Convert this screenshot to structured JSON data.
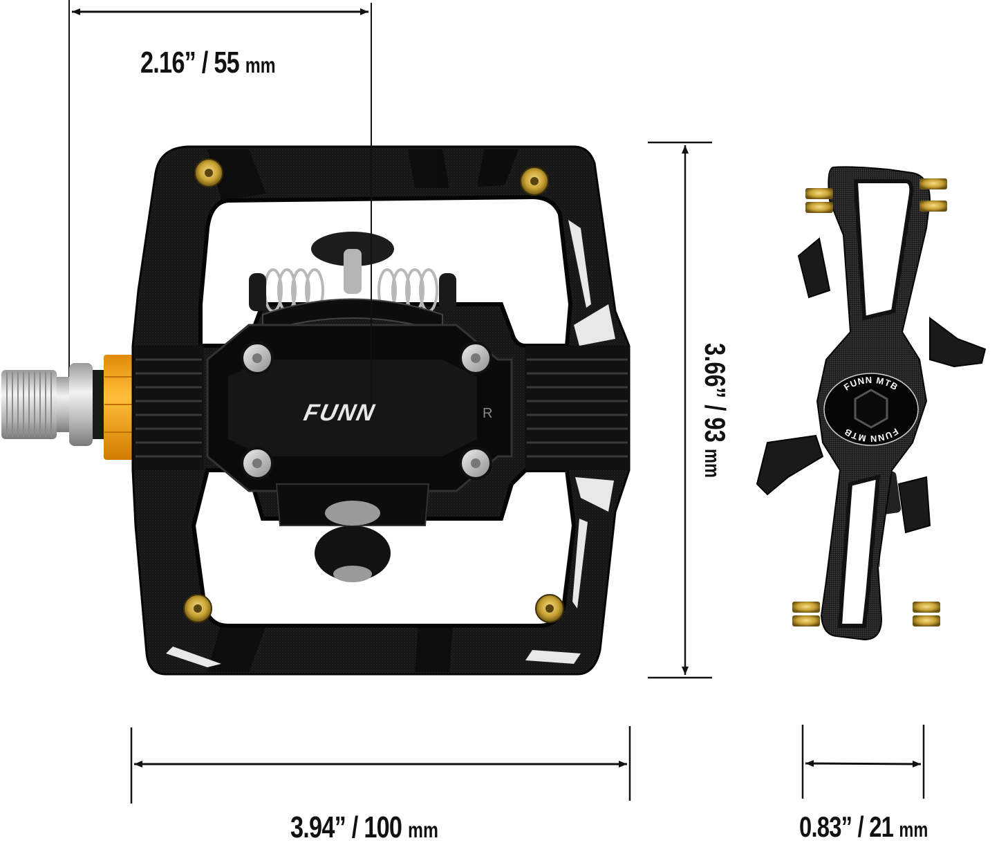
{
  "product": {
    "brand_logo": "FUNN",
    "side_marking": "R",
    "axle_cap_text": [
      "FUNN MTB",
      "FUNN MTB"
    ],
    "colors": {
      "body": "#141414",
      "body_texture": "#2a2a2a",
      "pins": "#c9a233",
      "axle_nut": "#f0a31c",
      "spindle": "#c9c9c9",
      "accent_stripes": "#e8e8e8",
      "dimension_lines": "#111111",
      "background": "#ffffff"
    }
  },
  "dimensions": {
    "top": {
      "label": "2.16” / 55",
      "unit": "mm",
      "description": "spindle end to pedal center"
    },
    "bottom_main": {
      "label": "3.94” / 100",
      "unit": "mm",
      "description": "pedal body width"
    },
    "vertical": {
      "label": "3.66” / 93",
      "unit": "mm",
      "description": "pedal body length"
    },
    "bottom_side": {
      "label": "0.83” / 21",
      "unit": "mm",
      "description": "pedal thickness"
    }
  },
  "views": {
    "front": "top-down view of pedal",
    "side": "side profile view of pedal"
  }
}
